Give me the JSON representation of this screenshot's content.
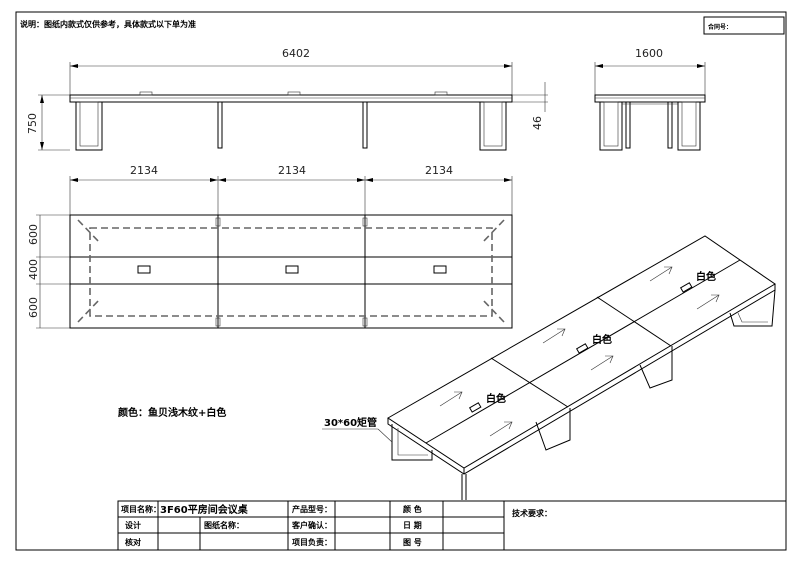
{
  "header": {
    "note": "说明：图纸内款式仅供参考，具体款式以下单为准",
    "contract_no_label": "合同号："
  },
  "front_view": {
    "length": "6402",
    "height": "750"
  },
  "side_view": {
    "width": "1600",
    "gap": "46"
  },
  "top_view": {
    "seg1": "2134",
    "seg2": "2134",
    "seg3": "2134",
    "row1": "600",
    "row2": "400",
    "row3": "600"
  },
  "iso_view": {
    "color_labels": [
      "白色",
      "白色",
      "白色"
    ],
    "tube_label": "30*60矩管"
  },
  "color_note": "颜色：鱼贝浅木纹+白色",
  "title_block": {
    "project_name_label": "项目名称：",
    "project_name_value": "3F60平房间会议桌",
    "product_model_label": "产品型号：",
    "color_label": "颜 色",
    "tech_req_label": "技术要求：",
    "design_label": "设计",
    "drawing_name_label": "图纸名称：",
    "customer_confirm_label": "客户确认：",
    "date_label": "日 期",
    "check_label": "核对",
    "project_lead_label": "项目负责：",
    "drawing_no_label": "图 号"
  }
}
